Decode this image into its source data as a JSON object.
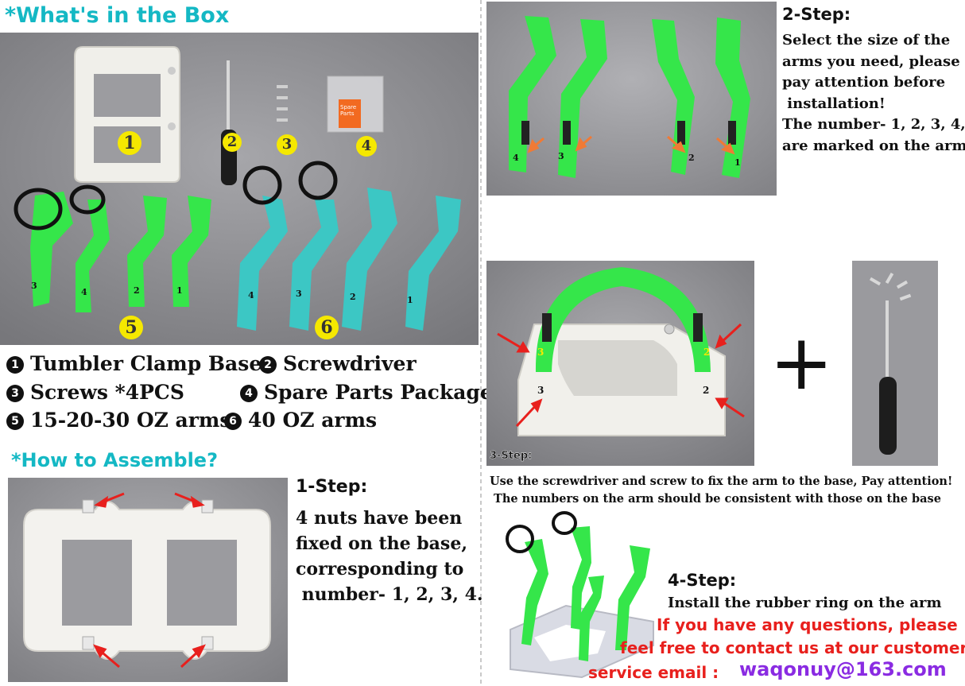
{
  "headings": {
    "box": "*What's in the Box",
    "assemble": "*How to Assemble?"
  },
  "photo_labels": {
    "base": "1",
    "screwdriver": "2",
    "screws": "3",
    "spare": "4",
    "small_arms": "5",
    "large_arms": "6",
    "spare_bag_text": "Spare Parts",
    "step3_tag": "3-Step:"
  },
  "arm_numbers": {
    "green": [
      "3",
      "4",
      "2",
      "1"
    ],
    "teal": [
      "4",
      "3",
      "2",
      "1"
    ],
    "step2": [
      "4",
      "3",
      "2",
      "1"
    ],
    "step3_arms": [
      "3",
      "2"
    ],
    "step3_base": [
      "3",
      "2"
    ]
  },
  "contents": {
    "item1": "Tumbler Clamp Base",
    "item2": "Screwdriver",
    "item3": "Screws *4PCS",
    "item4": "Spare Parts Package",
    "item5": "15-20-30 OZ arms",
    "item6": "40 OZ arms",
    "bullets": [
      "1",
      "2",
      "3",
      "4",
      "5",
      "6"
    ]
  },
  "steps": {
    "step1": {
      "title": "1-Step:",
      "lines": [
        "4 nuts have been",
        "fixed on the base,",
        "corresponding to",
        " number- 1, 2, 3, 4."
      ]
    },
    "step2": {
      "title": "2-Step:",
      "lines": [
        "Select the size of the",
        "arms you need, please",
        "pay attention before",
        " installation!",
        "The number- 1, 2, 3, 4,",
        "are marked on the arm"
      ]
    },
    "step3": {
      "lines": [
        "Use the screwdriver and screw to fix the arm to the base, Pay attention!",
        " The numbers on the arm should be consistent with those on the base"
      ]
    },
    "step4": {
      "title": "4-Step:",
      "line": "Install the rubber ring on the arm"
    }
  },
  "contact": {
    "line1": "If you have any questions, please",
    "line2": "feel free to contact us at our customer",
    "line3": "service email :",
    "email": "waqonuy@163.com"
  },
  "plus_sign": "+",
  "colors": {
    "heading": "#14b8c4",
    "arm_green": "#35e64a",
    "arm_teal": "#3cc7c4",
    "label_yellow": "#f5e800",
    "contact_red": "#e8201d",
    "email_purple": "#8a2be2"
  }
}
